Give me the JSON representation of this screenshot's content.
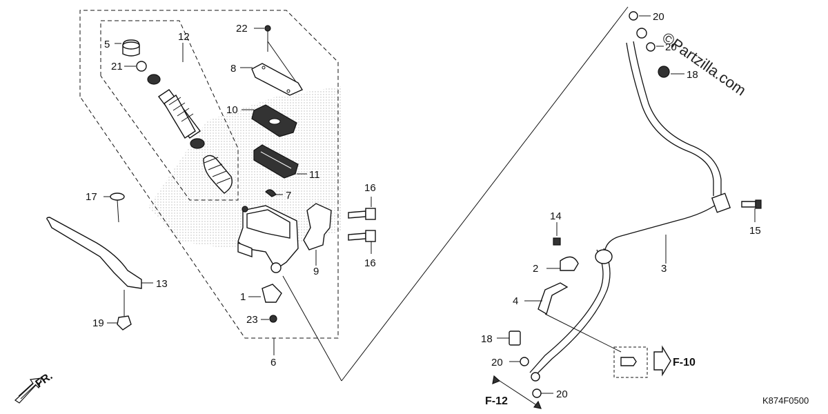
{
  "callouts": {
    "p1": "1",
    "p2": "2",
    "p3": "3",
    "p4": "4",
    "p5": "5",
    "p6": "6",
    "p7": "7",
    "p8": "8",
    "p9": "9",
    "p10": "10",
    "p11": "11",
    "p12": "12",
    "p13": "13",
    "p14": "14",
    "p15": "15",
    "p16a": "16",
    "p16b": "16",
    "p17": "17",
    "p18a": "18",
    "p18b": "18",
    "p19": "19",
    "p20a": "20",
    "p20b": "20",
    "p20c": "20",
    "p20d": "20",
    "p21": "21",
    "p22": "22",
    "p23": "23"
  },
  "refs": {
    "front": "FR.",
    "f10": "F-10",
    "f12": "F-12"
  },
  "watermark": "©Partzilla.com",
  "drawing_code": "K874F0500",
  "colors": {
    "line": "#111111",
    "stipple": "#9a9a9a",
    "background": "#ffffff"
  }
}
